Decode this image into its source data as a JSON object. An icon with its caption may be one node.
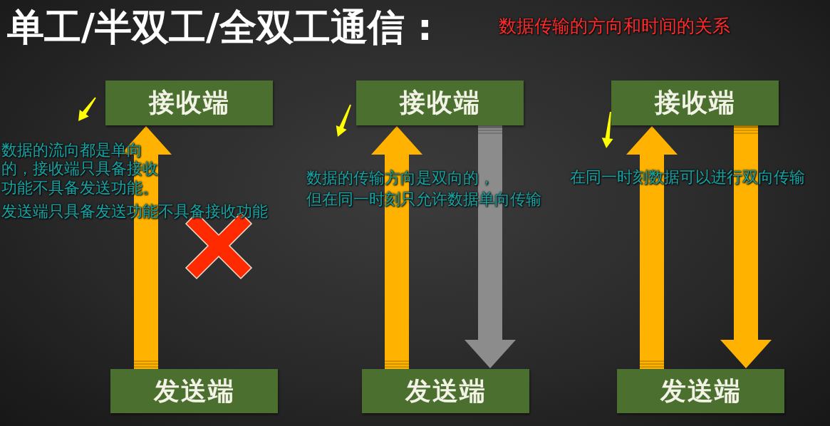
{
  "diagram": {
    "title": "单工/半双工/全双工通信 :",
    "nodes": [
      {
        "text": [
          "接收端"
        ]
      },
      {
        "text": [
          "发送端"
        ]
      },
      {
        "text": [
          "接收端"
        ]
      },
      {
        "text": [
          "发送端"
        ]
      },
      {
        "text": [
          "接收端"
        ]
      },
      {
        "text": [
          "发送端"
        ]
      }
    ],
    "edges": [
      {
        "from": 1,
        "to": 0,
        "arrow": "to"
      },
      {
        "from": 3,
        "to": 2,
        "arrow": "to"
      },
      {
        "from": 2,
        "to": 3,
        "arrow": "to",
        "color": "#8c8c8c"
      },
      {
        "from": 5,
        "to": 4,
        "arrow": "to"
      },
      {
        "from": 4,
        "to": 5,
        "arrow": "to"
      }
    ],
    "labels": [
      "数据传输的方向和时间的关系",
      "数据的流向都是单向的，接收端只具备接收功能不具备发送功能。",
      "发送端只具备发送功能不具备接收功能",
      "数据的传输方向是双向的，",
      "但在同一时刻只允许数据单向传输",
      "在同一时刻数据可以进行双向传输"
    ]
  }
}
